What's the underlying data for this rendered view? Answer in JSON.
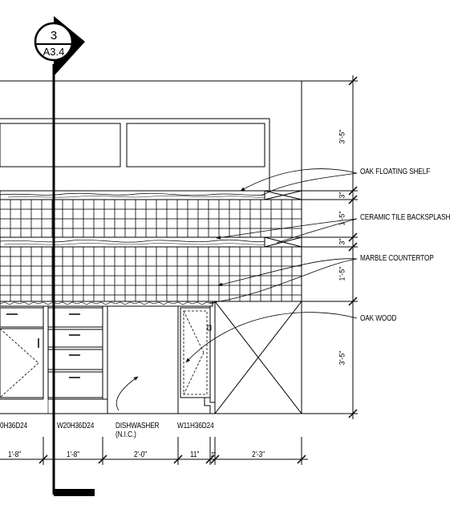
{
  "section_tag": {
    "number": "3",
    "sheet": "A3.4"
  },
  "callouts": {
    "oak_floating_shelf": "OAK FLOATING SHELF",
    "ceramic_tile_backsplash": "CERAMIC TILE BACKSPLASH",
    "marble_countertop": "MARBLE COUNTERTOP",
    "oak_wood": "OAK WOOD"
  },
  "cabinets": {
    "cab1": "0H36D24",
    "cab2": "W20H36D24",
    "dishwasher": "DISHWASHER",
    "dishwasher_note": "(N.I.C.)",
    "cab3": "W11H36D24"
  },
  "horizontal_dims": {
    "d1": "1'-8\"",
    "d2": "1'-8\"",
    "d3": "2'-0\"",
    "d4": "11\"",
    "d5": "2\"",
    "d6": "2'-3\""
  },
  "vertical_dims": {
    "upper": "3'-5\"",
    "shelf1": "3\"",
    "tile1": "1'-5\"",
    "shelf2": "3\"",
    "tile2": "1'-5\"",
    "base": "3'-5\""
  },
  "colors": {
    "line": "#000000",
    "background": "#ffffff"
  }
}
